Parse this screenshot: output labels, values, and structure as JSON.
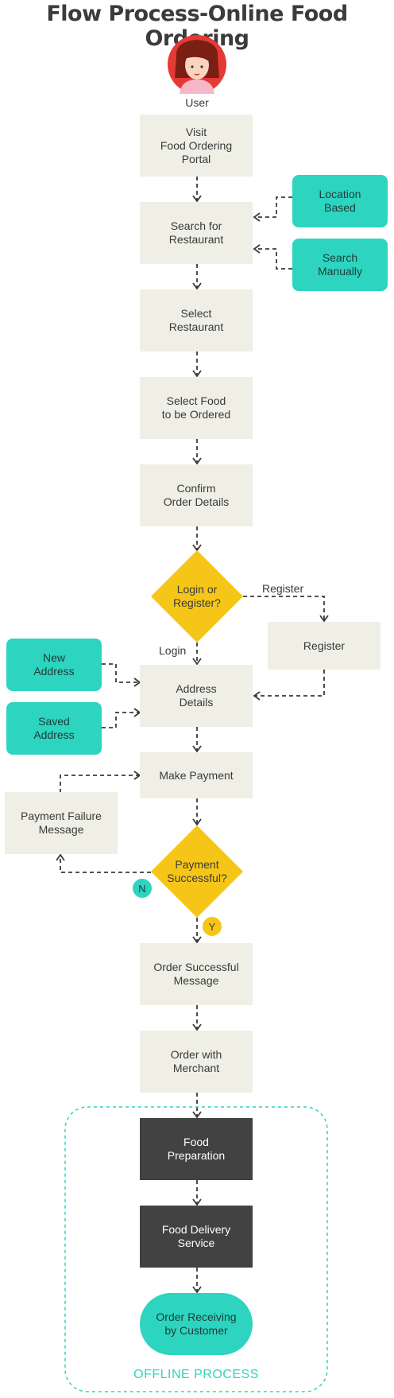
{
  "title": "Flow Process-Online Food Ordering",
  "user_label": "User",
  "nodes": {
    "visit_portal": "Visit\nFood Ordering\nPortal",
    "search_restaurant": "Search for\nRestaurant",
    "location_based": "Location\nBased",
    "search_manually": "Search\nManually",
    "select_restaurant": "Select\nRestaurant",
    "select_food": "Select Food\nto be Ordered",
    "confirm_order": "Confirm\nOrder Details",
    "login_register": "Login or\nRegister?",
    "register": "Register",
    "new_address": "New\nAddress",
    "saved_address": "Saved\nAddress",
    "address_details": "Address\nDetails",
    "make_payment": "Make Payment",
    "payment_failure": "Payment Failure\nMessage",
    "payment_successful": "Payment\nSuccessful?",
    "order_success_msg": "Order Successful\nMessage",
    "order_with_merchant": "Order with\nMerchant",
    "food_preparation": "Food\nPreparation",
    "food_delivery": "Food Delivery\nService",
    "order_receiving": "Order Receiving\nby Customer"
  },
  "edge_labels": {
    "register": "Register",
    "login": "Login",
    "no": "N",
    "yes": "Y"
  },
  "offline_process_label": "OFFLINE PROCESS",
  "colors": {
    "box": "#efefe6",
    "teal": "#2dd4bf",
    "yellow": "#f5c617",
    "dark": "#424242",
    "avatar_red": "#e53935",
    "line": "#3a3a3a"
  }
}
